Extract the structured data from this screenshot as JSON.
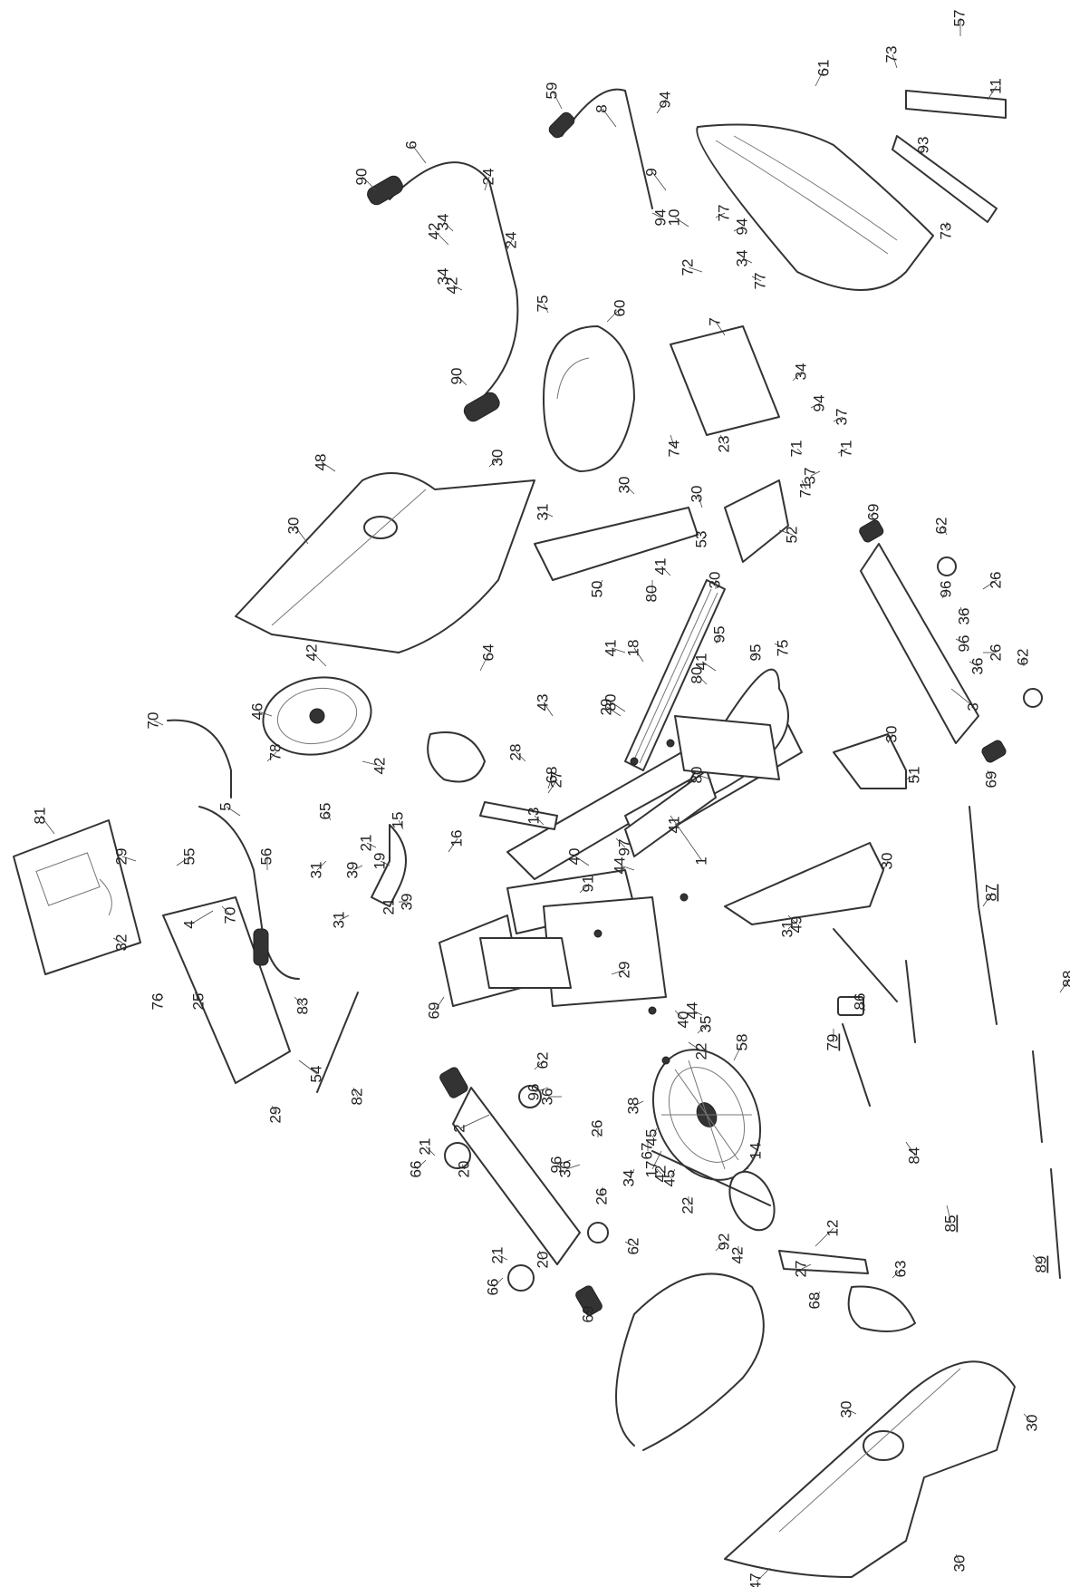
{
  "diagram": {
    "type": "exploded-assembly",
    "part_numbers": [
      "1",
      "2",
      "3",
      "4",
      "5",
      "6",
      "7",
      "8",
      "9",
      "10",
      "11",
      "12",
      "13",
      "14",
      "15",
      "16",
      "17",
      "18",
      "19",
      "20",
      "21",
      "22",
      "23",
      "24",
      "25",
      "26",
      "27",
      "28",
      "29",
      "30",
      "31",
      "32",
      "34",
      "35",
      "36",
      "37",
      "38",
      "39",
      "40",
      "41",
      "42",
      "43",
      "44",
      "45",
      "46",
      "47",
      "48",
      "49",
      "50",
      "51",
      "52",
      "53",
      "54",
      "55",
      "56",
      "57",
      "58",
      "59",
      "60",
      "61",
      "62",
      "63",
      "64",
      "65",
      "66",
      "67",
      "68",
      "69",
      "70",
      "71",
      "72",
      "73",
      "74",
      "75",
      "76",
      "77",
      "78",
      "79",
      "80",
      "81",
      "82",
      "83",
      "84",
      "85",
      "86",
      "87",
      "88",
      "89",
      "90",
      "91",
      "92",
      "93",
      "94",
      "95",
      "96",
      "97"
    ],
    "underlined_part_numbers": [
      "79",
      "85",
      "87",
      "88",
      "89"
    ]
  }
}
